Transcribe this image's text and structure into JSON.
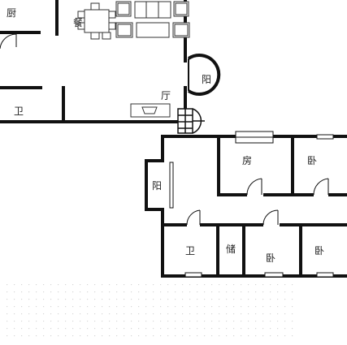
{
  "rooms": {
    "kitchen": "厨",
    "dining": "餐",
    "bath_top": "卫",
    "living_hall": "厅",
    "balcony_round": "阳",
    "balcony_side": "阳",
    "study": "房",
    "bedroom_right": "卧",
    "bath_lower": "卫",
    "storage": "储",
    "bedroom_mid": "卧",
    "bedroom_lower_right": "卧"
  },
  "colors": {
    "wall": "#111111",
    "furniture_stroke": "#333333",
    "window_fill": "#ffffff",
    "dot_grid": "#d6d6d6"
  }
}
